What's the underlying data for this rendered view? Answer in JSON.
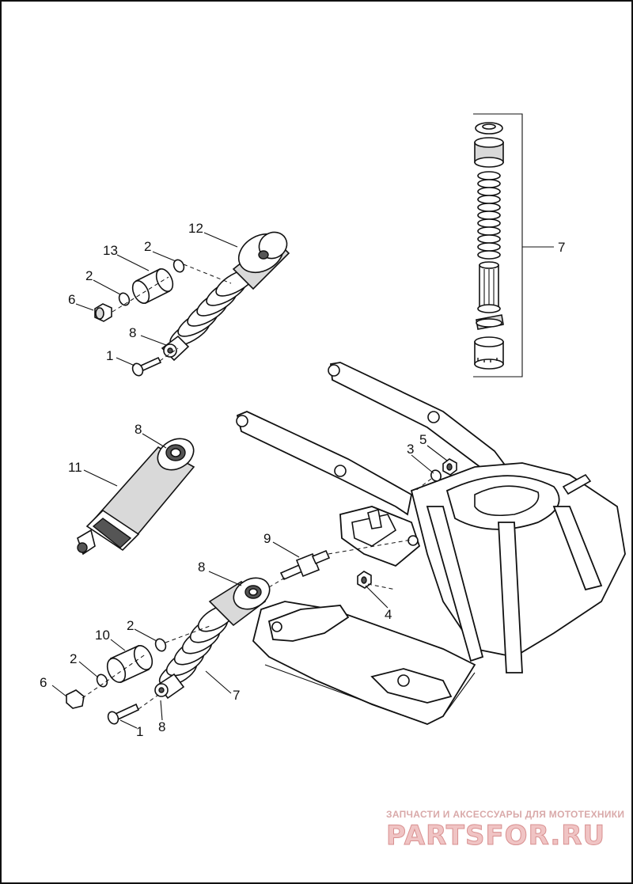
{
  "callouts": {
    "c12": "12",
    "c13": "13",
    "c2a": "2",
    "c2b": "2",
    "c6a": "6",
    "c8a": "8",
    "c1a": "1",
    "c8b": "8",
    "c11": "11",
    "c3": "3",
    "c5": "5",
    "c9": "9",
    "c4": "4",
    "c8c": "8",
    "c2c": "2",
    "c10": "10",
    "c2d": "2",
    "c6b": "6",
    "c7a": "7",
    "c1b": "1",
    "c8d": "8",
    "c7b": "7"
  },
  "watermark": {
    "tagline": "ЗАПЧАСТИ И АКСЕССУАРЫ ДЛЯ МОТОТЕХНИКИ",
    "logo": "PARTSFOR.RU",
    "logo_logo_only": true
  },
  "colors": {
    "line": "#111111",
    "watermark_light": "#f0c4c4",
    "watermark_text": "#d9a9a9"
  }
}
